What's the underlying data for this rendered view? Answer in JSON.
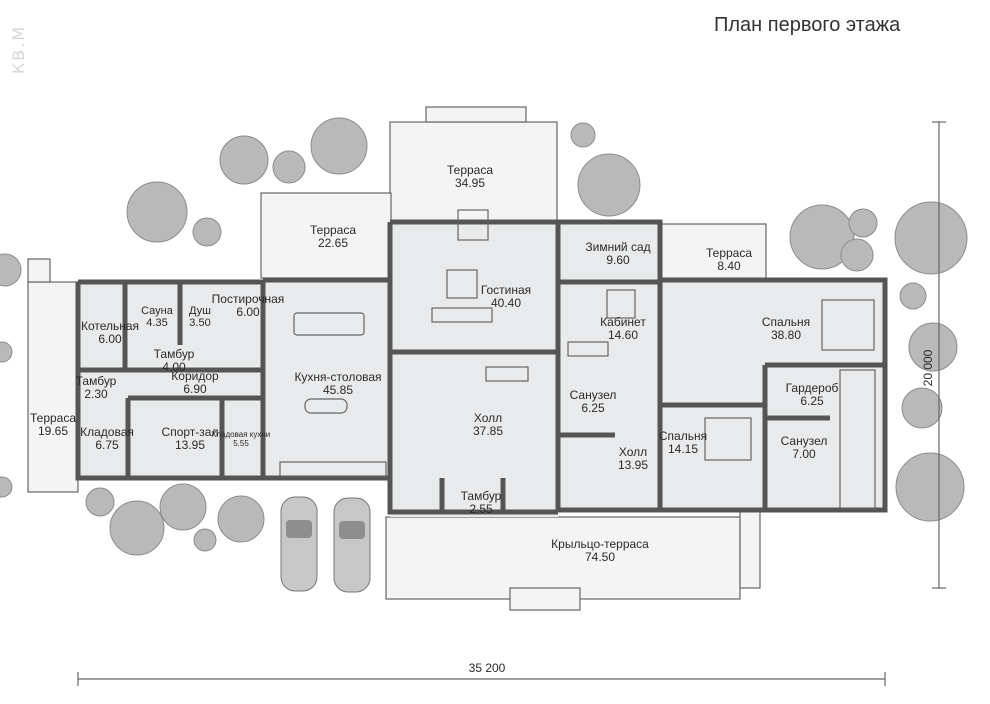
{
  "title": "План первого этажа",
  "watermark": "КВ.М",
  "dimensions": {
    "width": "35 200",
    "height": "20 000"
  },
  "rooms": [
    {
      "name": "Терраса",
      "area": "34.95"
    },
    {
      "name": "Терраса",
      "area": "22.65"
    },
    {
      "name": "Зимний сад",
      "area": "9.60"
    },
    {
      "name": "Терраса",
      "area": "8.40"
    },
    {
      "name": "Гостиная",
      "area": "40.40"
    },
    {
      "name": "Кабинет",
      "area": "14.60"
    },
    {
      "name": "Спальня",
      "area": "38.80"
    },
    {
      "name": "Котельная",
      "area": "6.00"
    },
    {
      "name": "Сауна",
      "area": "4.35"
    },
    {
      "name": "Душ",
      "area": "3.50"
    },
    {
      "name": "Постирочная",
      "area": "6.00"
    },
    {
      "name": "Тамбур",
      "area": "4.00"
    },
    {
      "name": "Кухня-столовая",
      "area": "45.85"
    },
    {
      "name": "Тамбур",
      "area": "2.30"
    },
    {
      "name": "Коридор",
      "area": "6.90"
    },
    {
      "name": "Терраса",
      "area": "19.65"
    },
    {
      "name": "Кладовая",
      "area": "6.75"
    },
    {
      "name": "Спорт-зал",
      "area": "13.95"
    },
    {
      "name": "Кладовая кухни",
      "area": "5.55"
    },
    {
      "name": "Холл",
      "area": "37.85"
    },
    {
      "name": "Санузел",
      "area": "6.25"
    },
    {
      "name": "Холл",
      "area": "13.95"
    },
    {
      "name": "Спальня",
      "area": "14.15"
    },
    {
      "name": "Гардероб",
      "area": "6.25"
    },
    {
      "name": "Санузел",
      "area": "7.00"
    },
    {
      "name": "Тамбур",
      "area": "2.55"
    },
    {
      "name": "Крыльцо-терраса",
      "area": "74.50"
    }
  ]
}
